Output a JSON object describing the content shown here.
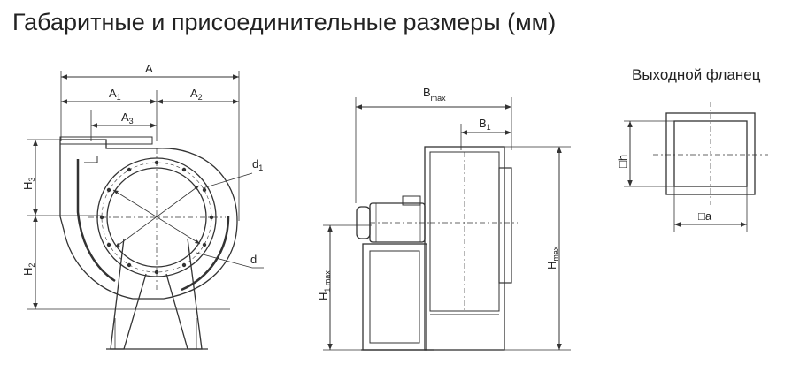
{
  "title": "Габаритные и присоединительные размеры (мм)",
  "front_view": {
    "label_a": "A",
    "label_a1": "A",
    "sub_a1": "1",
    "label_a2": "A",
    "sub_a2": "2",
    "label_a3": "A",
    "sub_a3": "3",
    "label_h3": "H",
    "sub_h3": "3",
    "label_h2": "H",
    "sub_h2": "2",
    "label_d1": "d",
    "sub_d1": "1",
    "label_d": "d"
  },
  "side_view": {
    "label_b": "B",
    "sub_b": "max",
    "label_b1": "B",
    "sub_b1": "1",
    "label_h1": "H",
    "sub_h1": "1 max",
    "label_h": "H",
    "sub_h": "max"
  },
  "flange_view": {
    "title": "Выходной фланец",
    "label_h": "□h",
    "label_a": "□a"
  }
}
